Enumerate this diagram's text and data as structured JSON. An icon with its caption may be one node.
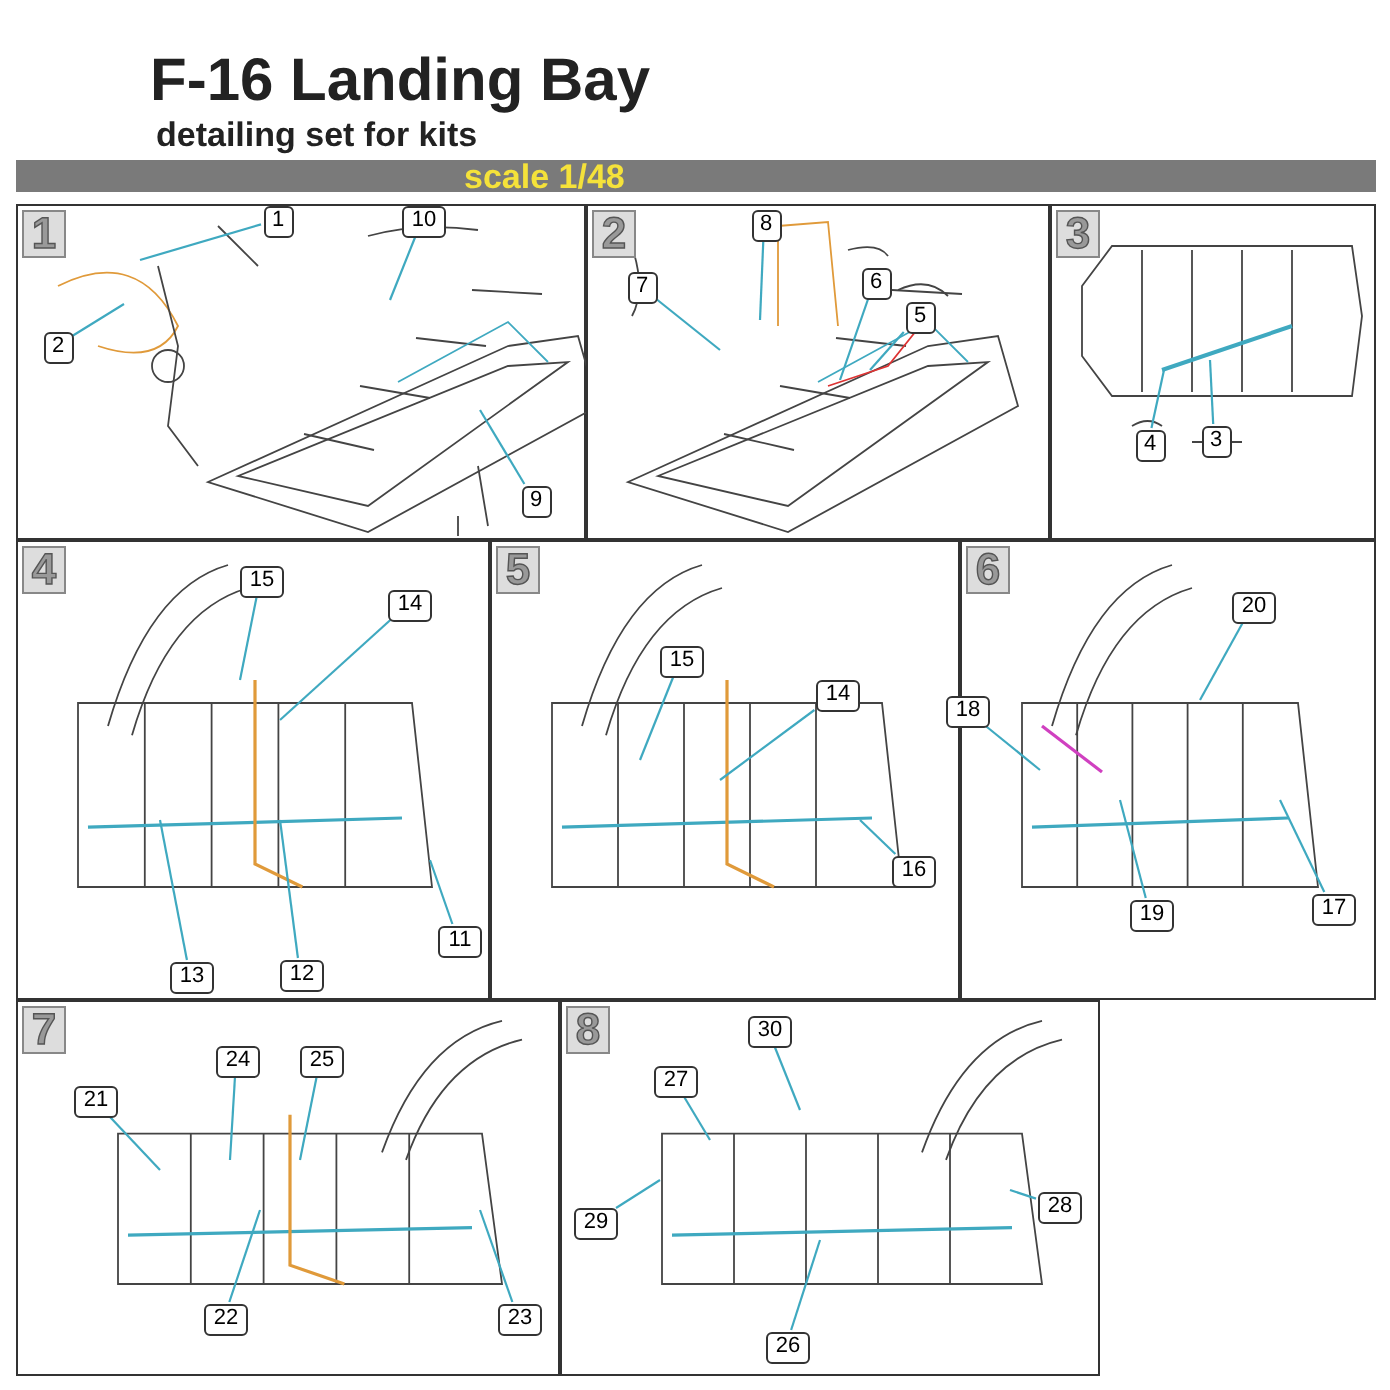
{
  "diagram": {
    "title": "F-16 Landing Bay",
    "nodes": [
      {
        "text": [
          "1"
        ]
      },
      {
        "text": [
          "1"
        ],
        "in": 0
      },
      {
        "text": [
          "2"
        ],
        "in": 0
      },
      {
        "text": [
          "10"
        ],
        "in": 0
      },
      {
        "text": [
          "9"
        ],
        "in": 0
      },
      {
        "text": [
          "2"
        ]
      },
      {
        "text": [
          "8"
        ],
        "in": 5
      },
      {
        "text": [
          "7"
        ],
        "in": 5
      },
      {
        "text": [
          "6"
        ],
        "in": 5
      },
      {
        "text": [
          "5"
        ],
        "in": 5
      },
      {
        "text": [
          "3"
        ]
      },
      {
        "text": [
          "4"
        ],
        "in": 10
      },
      {
        "text": [
          "3"
        ],
        "in": 10
      },
      {
        "text": [
          "4"
        ]
      },
      {
        "text": [
          "15"
        ],
        "in": 13
      },
      {
        "text": [
          "14"
        ],
        "in": 13
      },
      {
        "text": [
          "13"
        ],
        "in": 13
      },
      {
        "text": [
          "12"
        ],
        "in": 13
      },
      {
        "text": [
          "11"
        ],
        "in": 13
      },
      {
        "text": [
          "5"
        ]
      },
      {
        "text": [
          "15"
        ],
        "in": 19
      },
      {
        "text": [
          "14"
        ],
        "in": 19
      },
      {
        "text": [
          "16"
        ],
        "in": 19
      },
      {
        "text": [
          "6"
        ]
      },
      {
        "text": [
          "20"
        ],
        "in": 23
      },
      {
        "text": [
          "18"
        ],
        "in": 23
      },
      {
        "text": [
          "19"
        ],
        "in": 23
      },
      {
        "text": [
          "17"
        ],
        "in": 23
      },
      {
        "text": [
          "7"
        ]
      },
      {
        "text": [
          "24"
        ],
        "in": 28
      },
      {
        "text": [
          "25"
        ],
        "in": 28
      },
      {
        "text": [
          "21"
        ],
        "in": 28
      },
      {
        "text": [
          "22"
        ],
        "in": 28
      },
      {
        "text": [
          "23"
        ],
        "in": 28
      },
      {
        "text": [
          "8"
        ]
      },
      {
        "text": [
          "30"
        ],
        "in": 34
      },
      {
        "text": [
          "27"
        ],
        "in": 34
      },
      {
        "text": [
          "29"
        ],
        "in": 34
      },
      {
        "text": [
          "28"
        ],
        "in": 34
      },
      {
        "text": [
          "26"
        ],
        "in": 34
      }
    ],
    "edges": [
      {
        "from": 1,
        "to": null,
        "arrow": "none"
      },
      {
        "from": 2,
        "to": null,
        "arrow": "none"
      },
      {
        "from": 3,
        "to": null,
        "arrow": "none"
      },
      {
        "from": 4,
        "to": null,
        "arrow": "none"
      },
      {
        "from": 6,
        "to": null,
        "arrow": "none"
      },
      {
        "from": 7,
        "to": null,
        "arrow": "none"
      },
      {
        "from": 8,
        "to": null,
        "arrow": "none"
      },
      {
        "from": 9,
        "to": null,
        "arrow": "none"
      },
      {
        "from": 11,
        "to": null,
        "arrow": "none"
      },
      {
        "from": 12,
        "to": null,
        "arrow": "none"
      },
      {
        "from": 14,
        "to": null,
        "arrow": "none"
      },
      {
        "from": 15,
        "to": null,
        "arrow": "none"
      },
      {
        "from": 16,
        "to": null,
        "arrow": "none"
      },
      {
        "from": 17,
        "to": null,
        "arrow": "none"
      },
      {
        "from": 18,
        "to": null,
        "arrow": "none"
      },
      {
        "from": 20,
        "to": null,
        "arrow": "none"
      },
      {
        "from": 21,
        "to": null,
        "arrow": "none"
      },
      {
        "from": 22,
        "to": null,
        "arrow": "none"
      },
      {
        "from": 24,
        "to": null,
        "arrow": "none"
      },
      {
        "from": 25,
        "to": null,
        "arrow": "none"
      },
      {
        "from": 26,
        "to": null,
        "arrow": "none"
      },
      {
        "from": 27,
        "to": null,
        "arrow": "none"
      },
      {
        "from": 29,
        "to": null,
        "arrow": "none"
      },
      {
        "from": 30,
        "to": null,
        "arrow": "none"
      },
      {
        "from": 31,
        "to": null,
        "arrow": "none"
      },
      {
        "from": 32,
        "to": null,
        "arrow": "none"
      },
      {
        "from": 33,
        "to": null,
        "arrow": "none"
      },
      {
        "from": 35,
        "to": null,
        "arrow": "none"
      },
      {
        "from": 36,
        "to": null,
        "arrow": "none"
      },
      {
        "from": 37,
        "to": null,
        "arrow": "none"
      },
      {
        "from": 38,
        "to": null,
        "arrow": "none"
      },
      {
        "from": 39,
        "to": null,
        "arrow": "none"
      }
    ],
    "labels": [
      "detailing set for kits",
      "scale 1/48"
    ]
  }
}
